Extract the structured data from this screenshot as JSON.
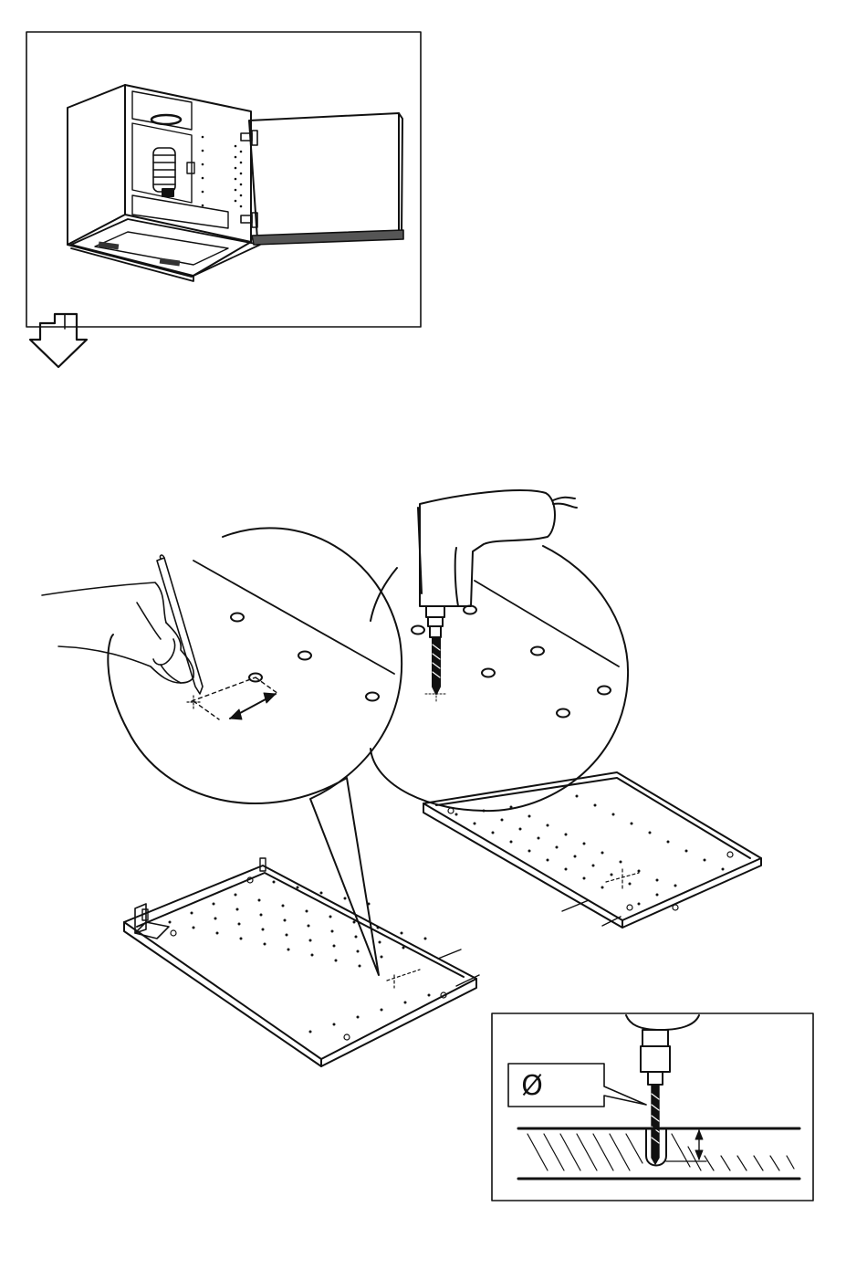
{
  "diagram": {
    "detail_label": "Ø",
    "line_color": "#111111",
    "background": "#ffffff"
  },
  "steps": [
    {
      "name": "reference-cabinet",
      "icon": "cabinet-with-door-icon"
    },
    {
      "name": "marking-and-drilling",
      "icons": [
        "hand-with-pencil-icon",
        "power-drill-icon",
        "side-panel-icon"
      ]
    },
    {
      "name": "drill-depth-detail",
      "icon": "drill-depth-icon"
    }
  ]
}
